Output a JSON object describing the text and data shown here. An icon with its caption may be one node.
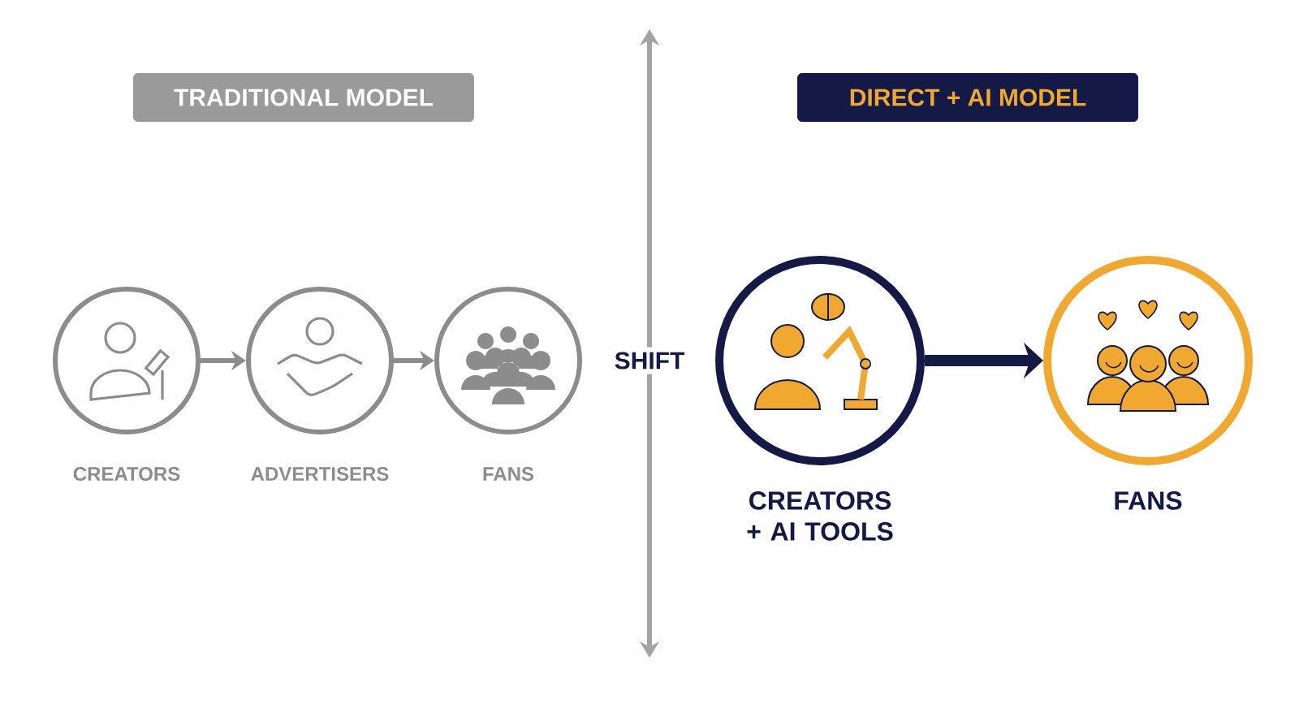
{
  "diagram": {
    "nodes": [
      {
        "text": [
          "TRADITIONAL MODEL"
        ]
      },
      {
        "text": [
          "DIRECT + AI MODEL"
        ]
      },
      {
        "text": [],
        "shape": "circle",
        "beside": [
          "CREATORS"
        ]
      },
      {
        "text": [],
        "shape": "circle",
        "beside": [
          "ADVERTISERS"
        ]
      },
      {
        "text": [],
        "shape": "circle",
        "beside": [
          "FANS"
        ]
      },
      {
        "text": [],
        "shape": "circle",
        "beside": [
          "CREATORS + AI TOOLS"
        ]
      },
      {
        "text": [],
        "shape": "circle",
        "beside": [
          "FANS"
        ]
      }
    ],
    "edges": [
      {
        "from": 2,
        "to": 3,
        "arrow": "to"
      },
      {
        "from": 3,
        "to": 4,
        "arrow": "to"
      },
      {
        "from": 5,
        "to": 6,
        "arrow": "to",
        "style": "thick",
        "color": "#141a45"
      }
    ],
    "labels": [
      "SHIFT"
    ]
  }
}
